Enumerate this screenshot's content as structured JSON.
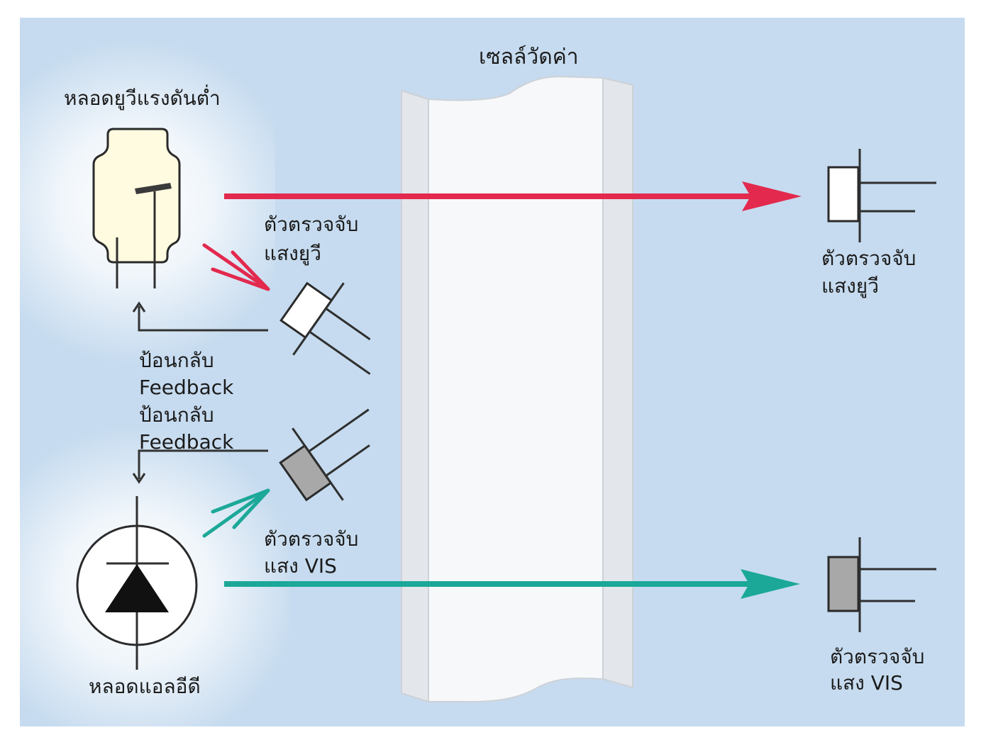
{
  "cell": {
    "label": "เซลล์วัดค่า"
  },
  "uv_lamp": {
    "label": "หลอดยูวีแรงดันต่ำ"
  },
  "led": {
    "label": "หลอดแอลอีดี"
  },
  "uv_reference_detector": {
    "line1": "ตัวตรวจจับ",
    "line2": "แสงยูวี"
  },
  "uv_measurement_detector": {
    "line1": "ตัวตรวจจับ",
    "line2": "แสงยูวี"
  },
  "vis_reference_detector": {
    "line1": "ตัวตรวจจับ",
    "line2": "แสง VIS"
  },
  "vis_measurement_detector": {
    "line1": "ตัวตรวจจับ",
    "line2": "แสง VIS"
  },
  "uv_feedback": {
    "thai": "ป้อนกลับ",
    "english": "Feedback"
  },
  "vis_feedback": {
    "thai": "ป้อนกลับ",
    "english": "Feedback"
  },
  "colors": {
    "background": "#c6dbef",
    "uv_beam": "#e3294e",
    "vis_beam": "#1ca898",
    "lamp_fill": "#fffbe0",
    "uv_detector_fill": "#ffffff",
    "vis_detector_fill": "#a8a8a8",
    "cell_body": "#f7f8fa",
    "cell_side": "#e3e6ea",
    "led_fill": "#ffffff",
    "led_symbol": "#111111"
  }
}
